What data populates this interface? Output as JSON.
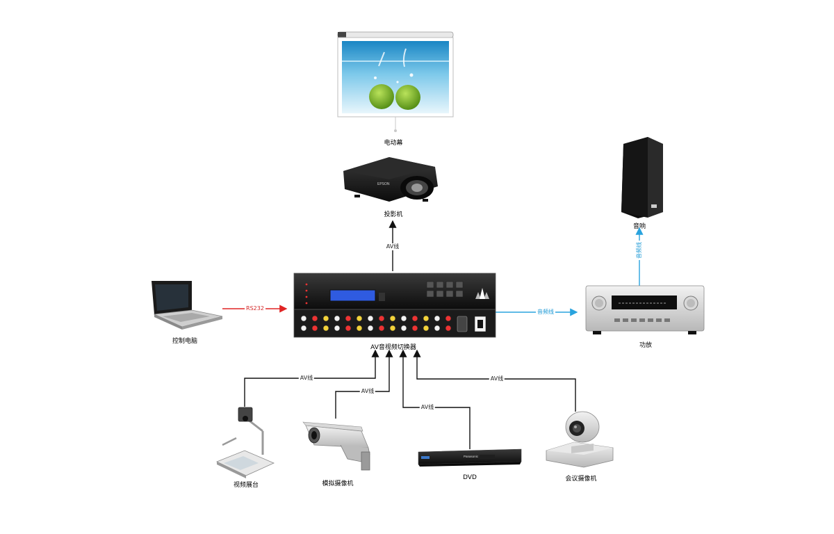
{
  "devices": {
    "screen": "电动幕",
    "projector": "投影机",
    "speaker": "音响",
    "laptop": "控制电脑",
    "switcher": "AV音视频切换器",
    "amplifier": "功放",
    "visualizer": "视频展台",
    "analog_camera": "模拟摄像机",
    "dvd": "DVD",
    "conference_camera": "会议摄像机"
  },
  "cables": {
    "av_projector": "AV线",
    "rs232": "RS232",
    "audio_amp": "音频线",
    "audio_speaker": "音频线",
    "av_visualizer": "AV线",
    "av_analog_camera": "AV线",
    "av_dvd": "AV线",
    "av_conference_camera": "AV线"
  },
  "panel_text": {
    "brand": "EPSON",
    "dvd_brand": "Panasonic"
  },
  "colors": {
    "av_line": "#111111",
    "rs232_line": "#e02424",
    "audio_line": "#29a3de",
    "switcher_body": "#1b1b1b",
    "lcd": "#2f5be0"
  }
}
